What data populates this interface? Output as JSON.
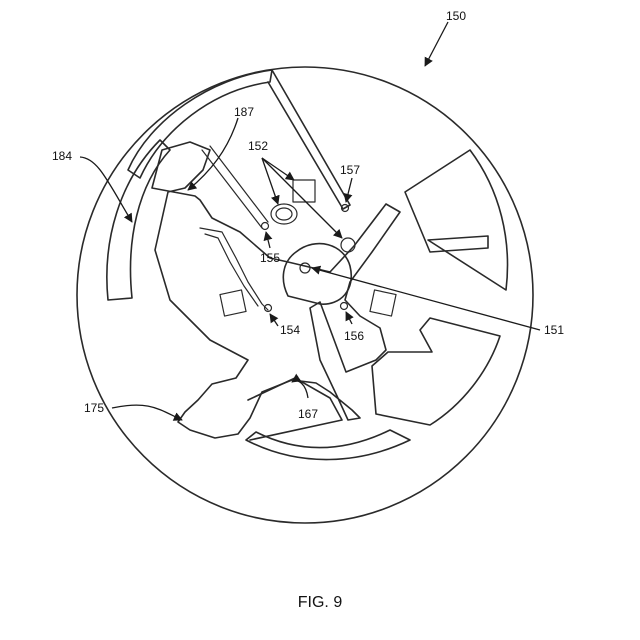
{
  "labels": {
    "disc": "150",
    "hub": "151",
    "markers": "152",
    "port_left": "154",
    "port_upper": "155",
    "port_right": "156",
    "port_top": "157",
    "channel_bottom": "167",
    "channel_outer": "175",
    "chamber_left": "184",
    "channel_top": "187"
  },
  "caption": "FIG. 9"
}
